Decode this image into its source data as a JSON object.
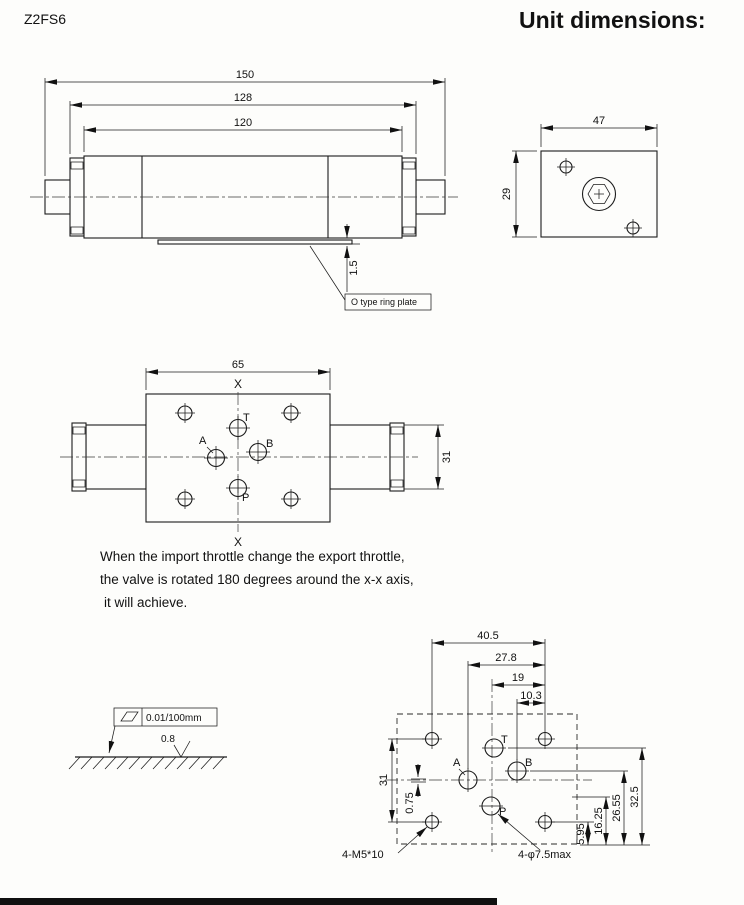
{
  "header": {
    "model": "Z2FS6",
    "title": "Unit dimensions:"
  },
  "side_view": {
    "dim_overall": "150",
    "dim_caps": "128",
    "dim_body": "120",
    "dim_plate": "1.5",
    "plate_label": "O type ring plate"
  },
  "end_view": {
    "dim_width": "47",
    "dim_height": "29"
  },
  "top_view": {
    "dim_width": "65",
    "dim_height": "31",
    "axis_top": "X",
    "axis_bottom": "X",
    "port_t": "T",
    "port_a": "A",
    "port_b": "B",
    "port_p": "P"
  },
  "note": {
    "line1": "When the import throttle change the export throttle,",
    "line2": "the valve is rotated 180 degrees around the x-x axis,",
    "line3": "it will achieve."
  },
  "flatness": {
    "tolerance": "0.01/100mm",
    "roughness": "0.8"
  },
  "mounting": {
    "dim_40_5": "40.5",
    "dim_27_8": "27.8",
    "dim_19": "19",
    "dim_10_3": "10.3",
    "dim_31": "31",
    "dim_0_75": "0.75",
    "dim_5_95": "5.95",
    "dim_16_25": "16.25",
    "dim_26_55": "26.55",
    "dim_32_5": "32.5",
    "thread_label": "4-M5*10",
    "hole_label": "4-φ7.5max",
    "port_t": "T",
    "port_a": "A",
    "port_b": "B",
    "port_p": "P"
  }
}
